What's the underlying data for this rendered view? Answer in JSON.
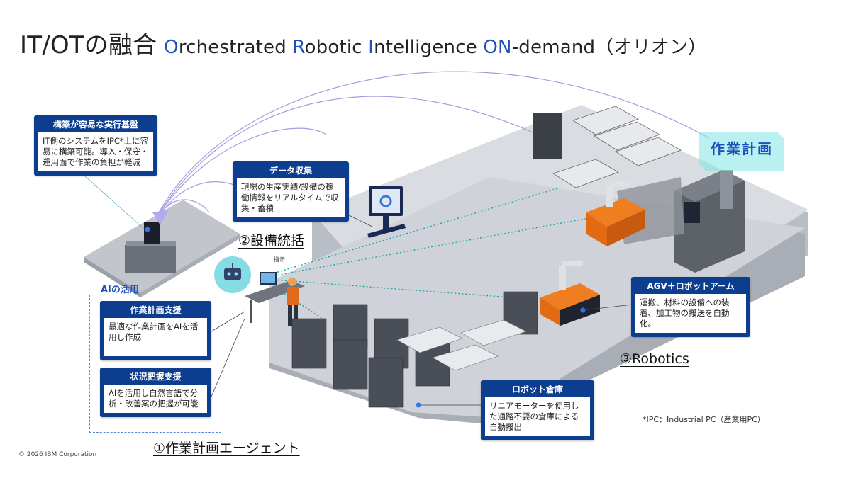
{
  "title": {
    "lead": "IT/OTの融合",
    "part_o": "O",
    "part_o_rest": "rchestrated ",
    "part_r": "R",
    "part_r_rest": "obotic ",
    "part_i": "I",
    "part_i_rest": "ntelligence ",
    "part_on": "ON",
    "part_on_rest": "-demand",
    "suffix": "（オリオン）"
  },
  "cards": {
    "platform": {
      "header": "構築が容易な実行基盤",
      "body": "IT側のシステムをIPC*上に容易に構築可能。導入・保守・運用面で作業の負担が軽減"
    },
    "data": {
      "header": "データ収集",
      "body": "現場の生産実績/設備の稼働情報をリアルタイムで収集・蓄積"
    },
    "planning": {
      "header": "作業計画支援",
      "body": "最適な作業計画をAIを活用し作成"
    },
    "status": {
      "header": "状況把握支援",
      "body": "AIを活用し自然言語で分析・改善案の把握が可能"
    },
    "agv": {
      "header": "AGV＋ロボットアーム",
      "body": "運搬、材料の設備への装着、加工物の搬送を自動化。"
    },
    "warehouse": {
      "header": "ロボット倉庫",
      "body": "リニアモーターを使用した通路不要の倉庫による自動搬出"
    }
  },
  "labels": {
    "equipment": "②設備統括",
    "robotics": "③Robotics",
    "agent": "①作業計画エージェント",
    "ai_use": "AIの活用",
    "instruction": "指示",
    "work_plan_sign": "作業計画"
  },
  "footnote": "*IPC：Industrial PC（産業用PC）",
  "copyright": "© 2026 IBM Corporation",
  "colors": {
    "navy": "#0d3d8f",
    "blue_accent": "#1f4fbf",
    "teal": "#1aa3a3",
    "purple": "#a79be0",
    "floor": "#d6d9de"
  }
}
